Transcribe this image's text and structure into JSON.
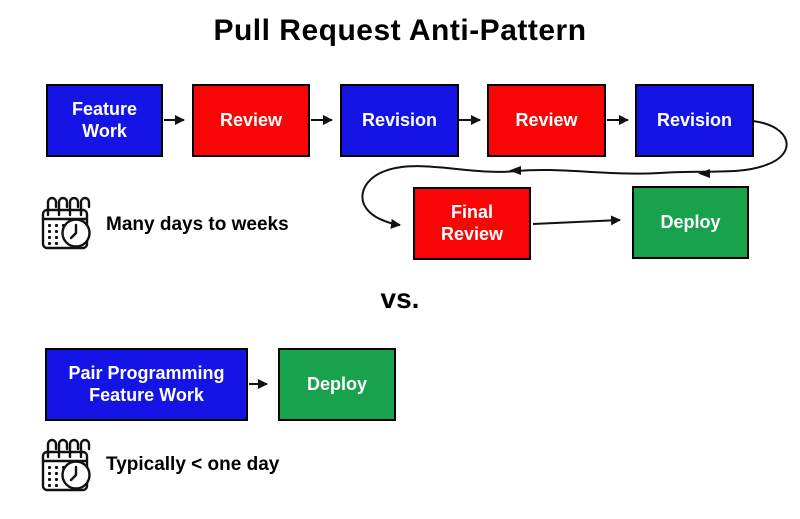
{
  "title": "Pull Request Anti-Pattern",
  "versus_label": "vs.",
  "palette": {
    "process_blue": "#1414E6",
    "review_red": "#FA0505",
    "deploy_green": "#19A24E",
    "box_text": "#FFFFFF",
    "ink": "#000000"
  },
  "anti_pattern_flow": {
    "steps": {
      "feature_work": {
        "label": "Feature Work"
      },
      "review_1": {
        "label": "Review"
      },
      "revision_1": {
        "label": "Revision"
      },
      "review_2": {
        "label": "Review"
      },
      "revision_2": {
        "label": "Revision"
      },
      "final_review": {
        "label": "Final Review"
      },
      "deploy": {
        "label": "Deploy"
      }
    },
    "duration_note": "Many days to weeks"
  },
  "pair_programming_flow": {
    "steps": {
      "pair_programming_feature_work": {
        "label": "Pair Programming Feature Work"
      },
      "deploy": {
        "label": "Deploy"
      }
    },
    "duration_note": "Typically < one day"
  },
  "icons": {
    "duration_icon": "calendar-clock-icon"
  }
}
